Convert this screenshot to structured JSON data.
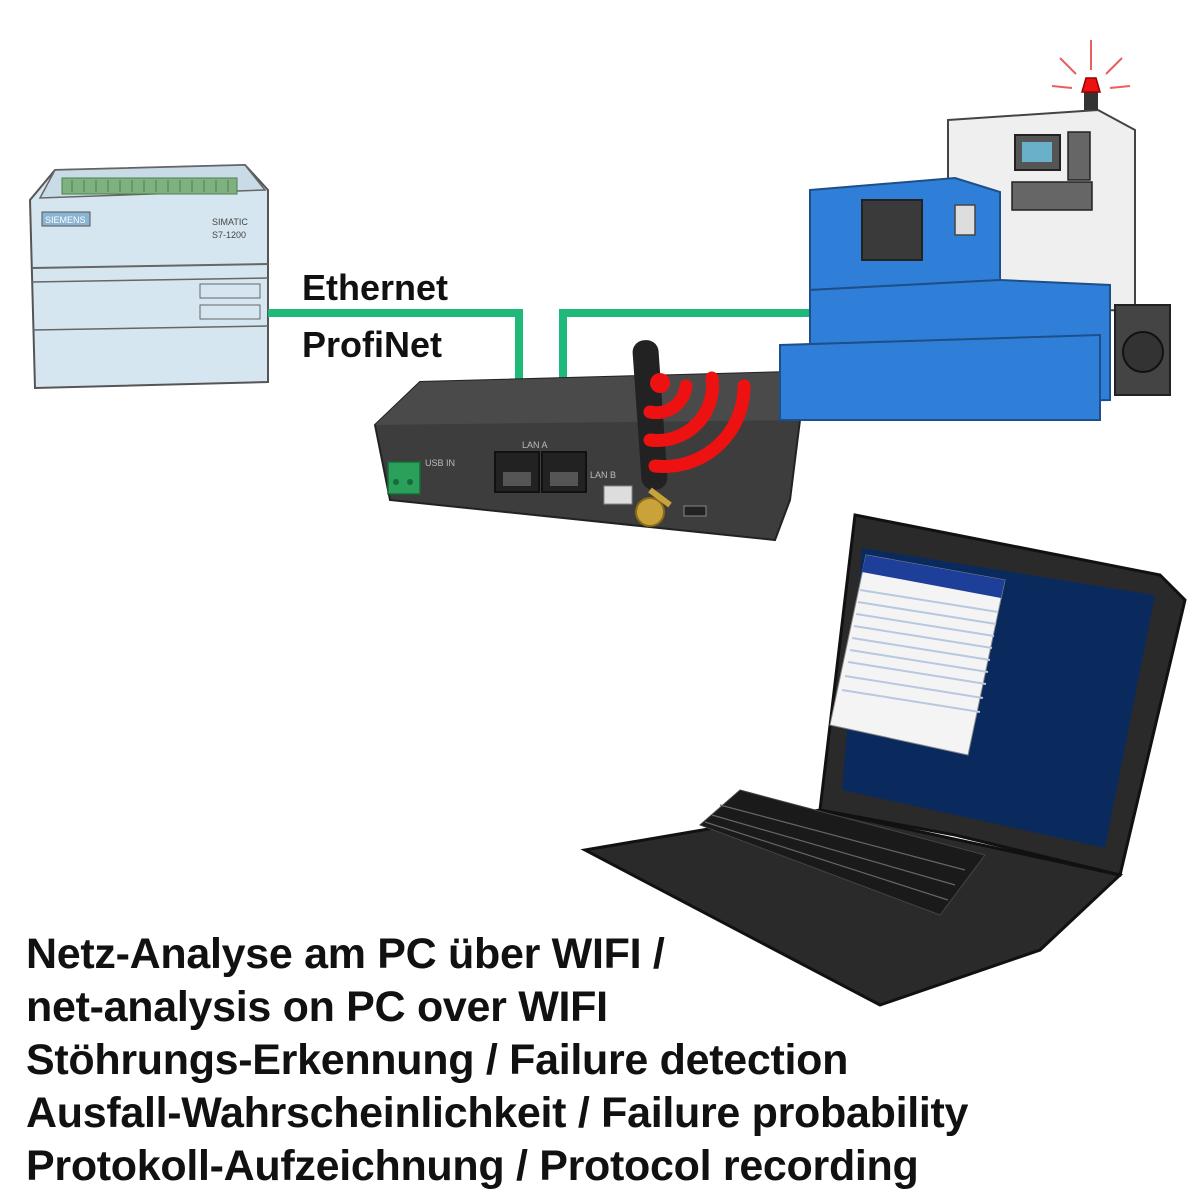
{
  "labels": {
    "ethernet": "Ethernet",
    "profinet": "ProfiNet"
  },
  "plc": {
    "brand": "SIEMENS",
    "model_line1": "SIMATIC",
    "model_line2": "S7-1200"
  },
  "router": {
    "port_a": "LAN A",
    "port_b": "LAN B",
    "usb": "USB IN"
  },
  "caption_lines": [
    "Netz-Analyse am PC über WIFI /",
    "net-analysis on PC over WIFI",
    "Stöhrungs-Erkennung / Failure detection",
    "Ausfall-Wahrscheinlichkeit / Failure probability",
    "Protokoll-Aufzeichnung / Protocol recording"
  ],
  "colors": {
    "cable": "#1fba7a",
    "wifi": "#ee1111",
    "machine_blue": "#2f7fd8",
    "plc_body": "#d4e4ee",
    "router_body": "#3d3d3d",
    "laptop_body": "#2a2a2a",
    "screen_bg": "#0a2a5e"
  },
  "icons": {
    "plc": "plc-icon",
    "router": "router-icon",
    "cnc": "cnc-machine-icon",
    "laptop": "laptop-icon",
    "wifi": "wifi-signal-icon",
    "beacon": "warning-beacon-icon"
  }
}
